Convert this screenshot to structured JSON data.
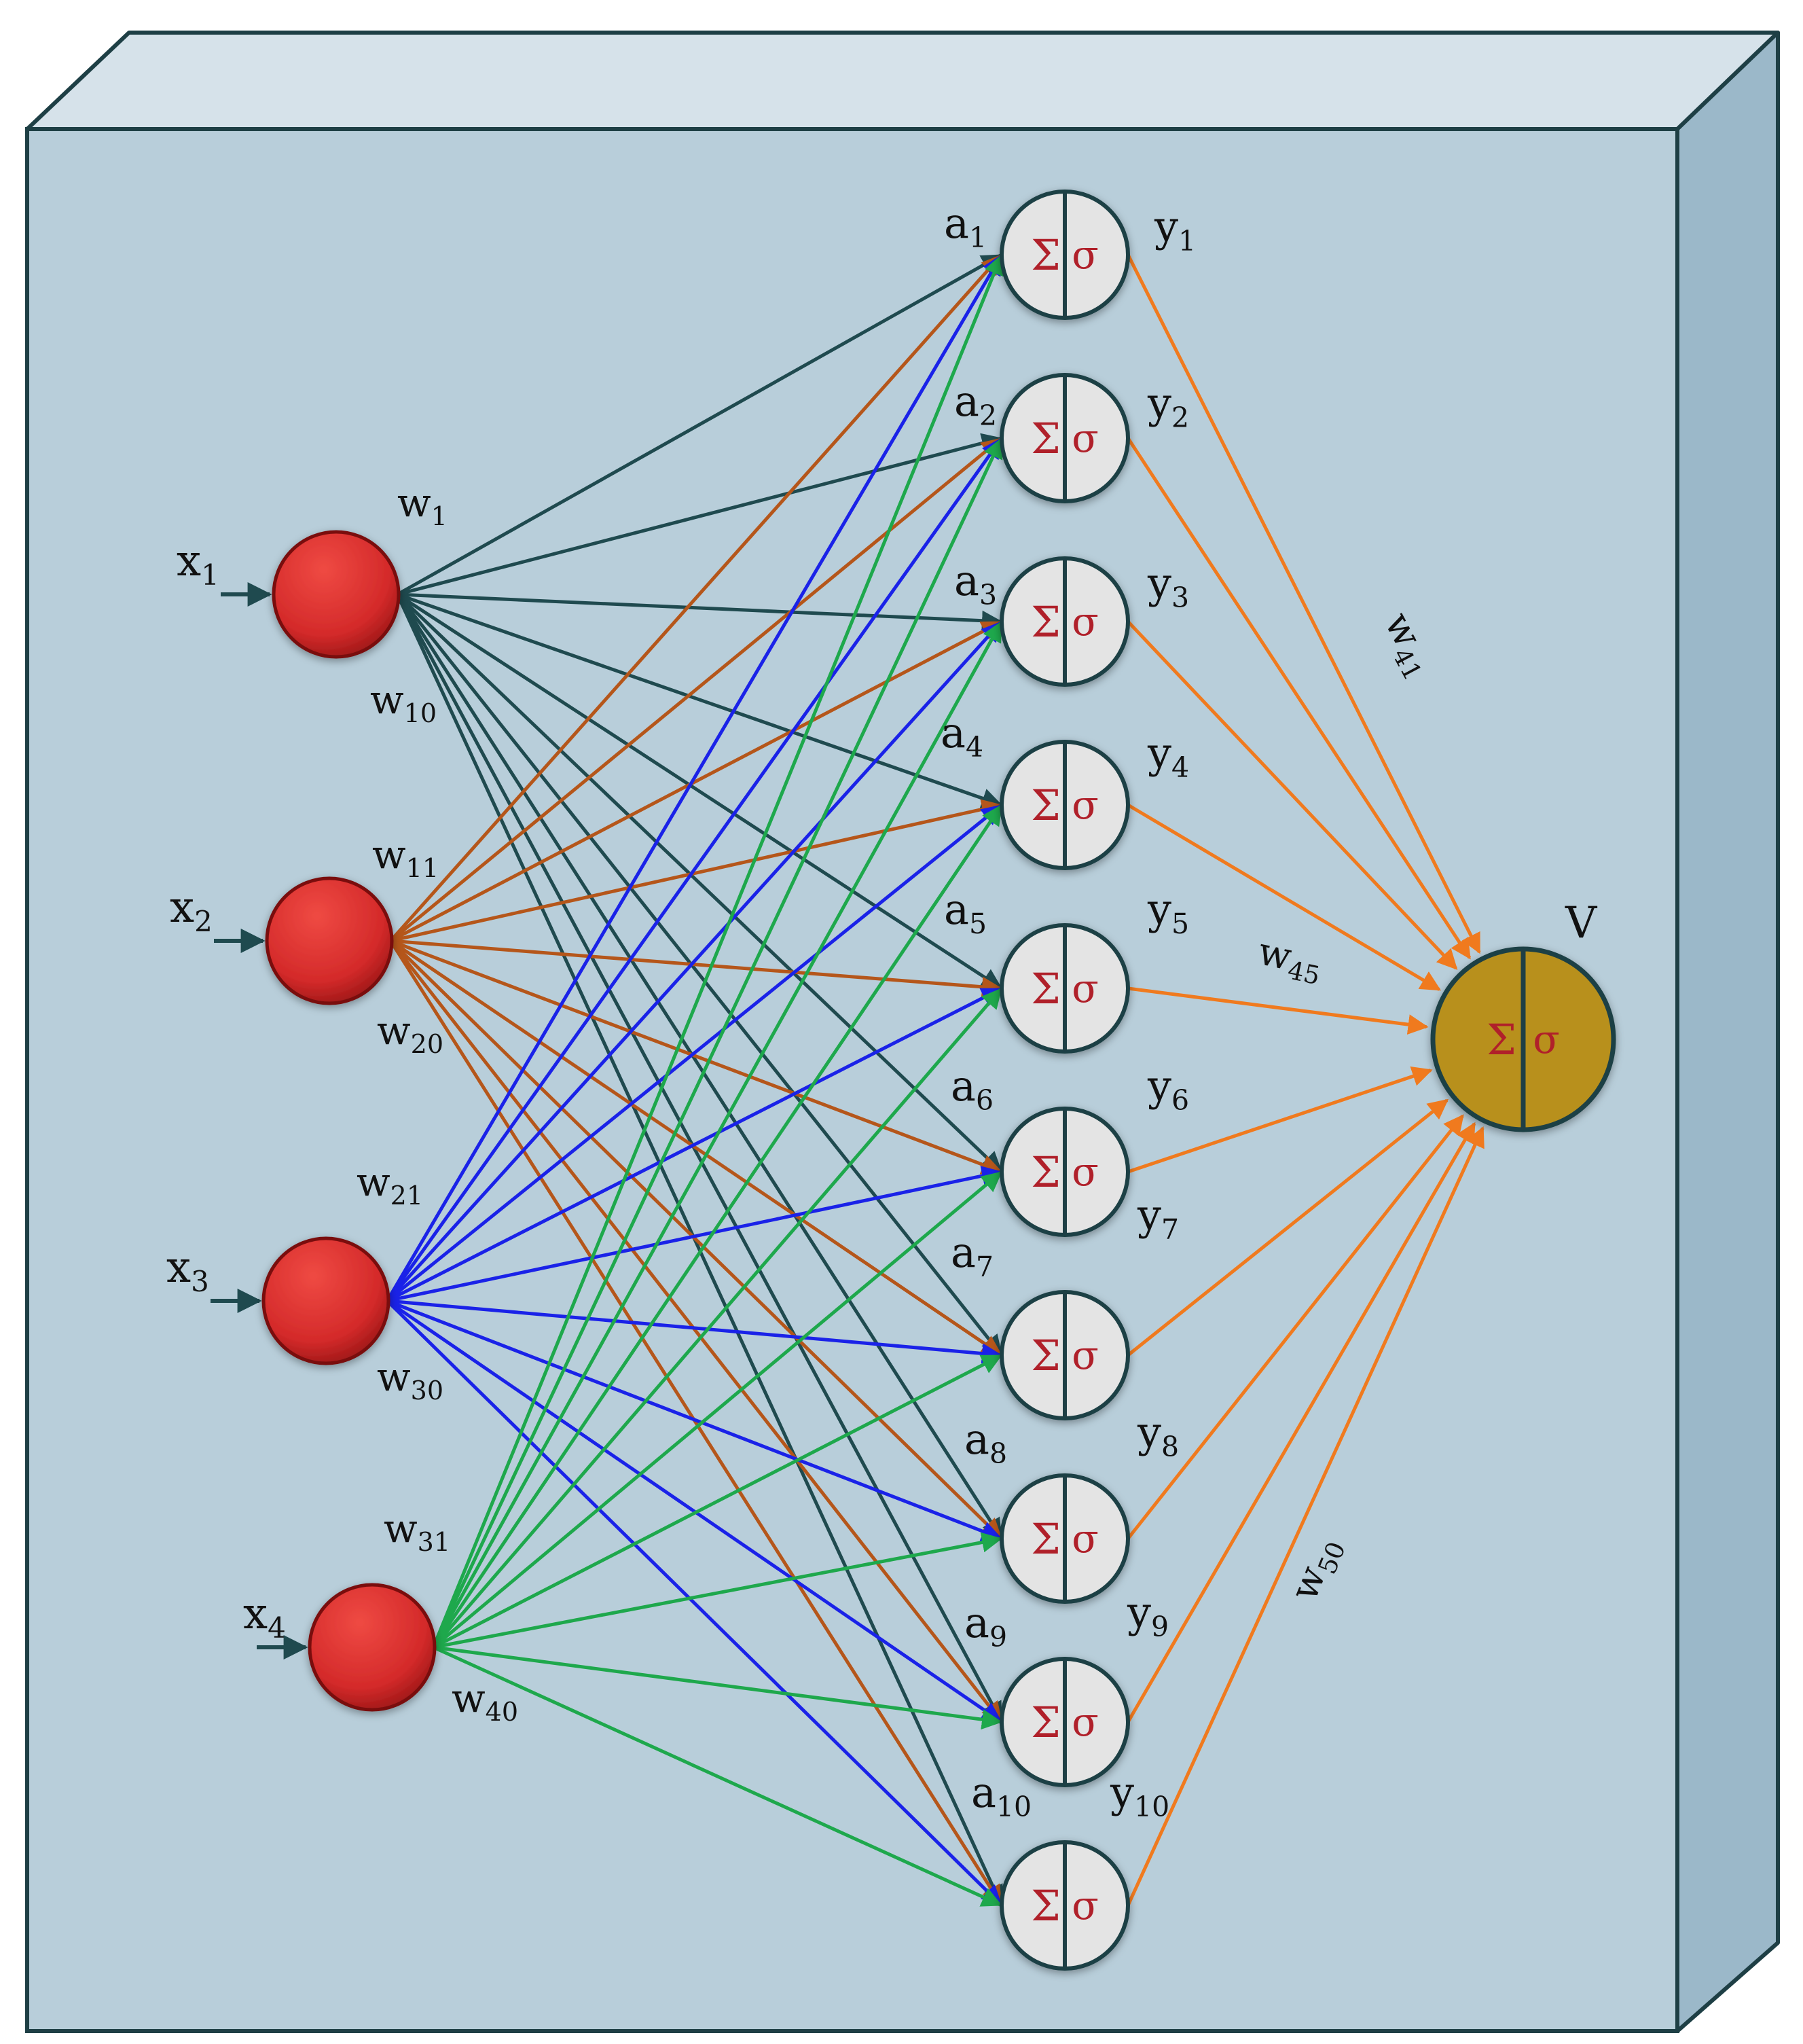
{
  "inputs": [
    {
      "label": "x",
      "sub": "1",
      "w_top": "1",
      "w_bottom": "10"
    },
    {
      "label": "x",
      "sub": "2",
      "w_top": "11",
      "w_bottom": "20"
    },
    {
      "label": "x",
      "sub": "3",
      "w_top": "21",
      "w_bottom": "30"
    },
    {
      "label": "x",
      "sub": "4",
      "w_top": "31",
      "w_bottom": "40"
    }
  ],
  "weight_prefix": "w",
  "hidden": [
    {
      "a": "a",
      "a_sub": "1",
      "y": "y",
      "y_sub": "1"
    },
    {
      "a": "a",
      "a_sub": "2",
      "y": "y",
      "y_sub": "2"
    },
    {
      "a": "a",
      "a_sub": "3",
      "y": "y",
      "y_sub": "3"
    },
    {
      "a": "a",
      "a_sub": "4",
      "y": "y",
      "y_sub": "4"
    },
    {
      "a": "a",
      "a_sub": "5",
      "y": "y",
      "y_sub": "5"
    },
    {
      "a": "a",
      "a_sub": "6",
      "y": "y",
      "y_sub": "6"
    },
    {
      "a": "a",
      "a_sub": "7",
      "y": "y",
      "y_sub": "7"
    },
    {
      "a": "a",
      "a_sub": "8",
      "y": "y",
      "y_sub": "8"
    },
    {
      "a": "a",
      "a_sub": "9",
      "y": "y",
      "y_sub": "9"
    },
    {
      "a": "a",
      "a_sub": "10",
      "y": "y",
      "y_sub": "10"
    }
  ],
  "neuron_symbols": {
    "sum": "Σ",
    "activation": "σ"
  },
  "output": {
    "label": "V"
  },
  "output_weights": [
    {
      "w": "w",
      "sub": "41"
    },
    {
      "w": "w",
      "sub": "45"
    },
    {
      "w": "w",
      "sub": "50"
    }
  ],
  "colors": {
    "panel_front": "#b8ceda",
    "panel_top": "#d6e2ea",
    "panel_side": "#9bb8c9",
    "border": "#1e3f45",
    "input_node": "#d42a2a",
    "hidden_node": "#e4e4e4",
    "output_node": "#b8901b",
    "edges_x1": "#1f4a4f",
    "edges_x2": "#b5561a",
    "edges_x3": "#1a22e8",
    "edges_x4": "#1ea84c",
    "edges_out": "#f07a1e"
  }
}
